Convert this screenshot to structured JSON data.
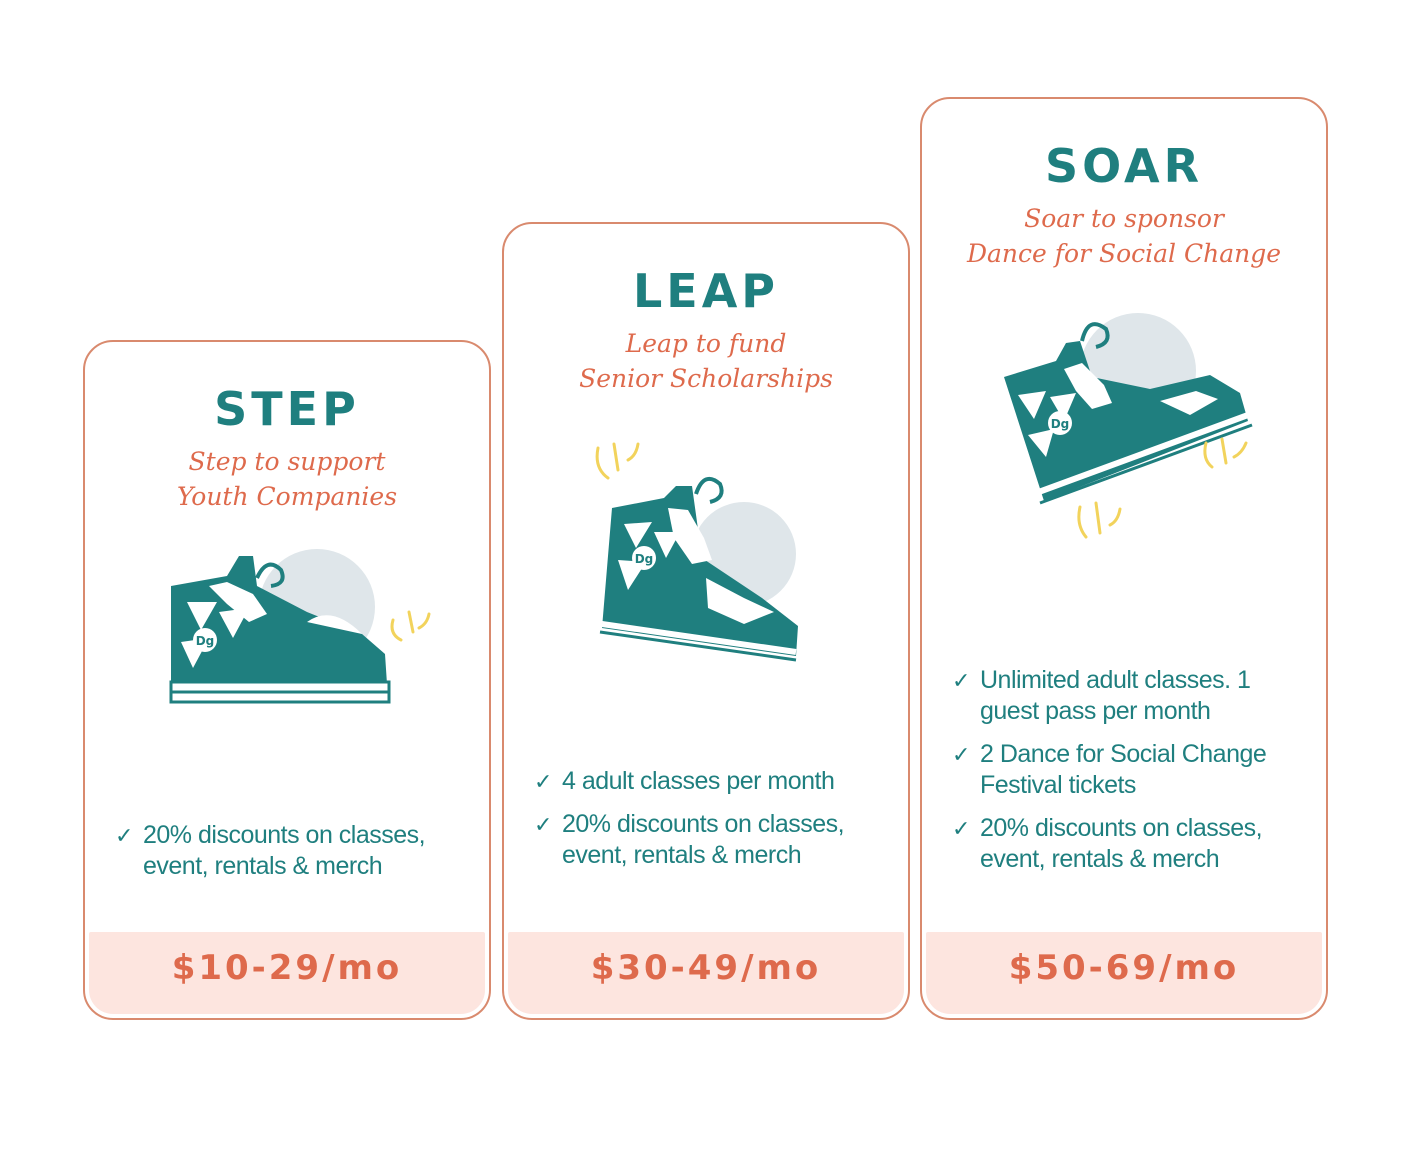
{
  "tiers": [
    {
      "name": "STEP",
      "tagline": [
        "Step to support",
        "Youth Companies"
      ],
      "benefits": [
        "20% discounts on classes, event, rentals & merch"
      ],
      "price": "$10-29/mo"
    },
    {
      "name": "LEAP",
      "tagline": [
        "Leap to fund",
        "Senior Scholarships"
      ],
      "benefits": [
        "4 adult classes per month",
        "20% discounts on classes, event, rentals & merch"
      ],
      "price": "$30-49/mo"
    },
    {
      "name": "SOAR",
      "tagline": [
        "Soar to sponsor",
        "Dance for Social Change"
      ],
      "benefits": [
        "Unlimited adult classes. 1 guest pass per month",
        "2 Dance for Social Change Festival tickets",
        "20% discounts on classes, event, rentals & merch"
      ],
      "price": "$50-69/mo"
    }
  ],
  "icons": {
    "shoe": "sneaker-icon",
    "check": "check-icon",
    "check_glyph": "✓",
    "shoe_badge": "Dg"
  },
  "colors": {
    "teal": "#1f7f7f",
    "coral": "#de6a4c",
    "card_border": "#d98a6e",
    "price_band": "#fde5df",
    "bubble": "#dfe6ea",
    "spark": "#f2d35c"
  }
}
